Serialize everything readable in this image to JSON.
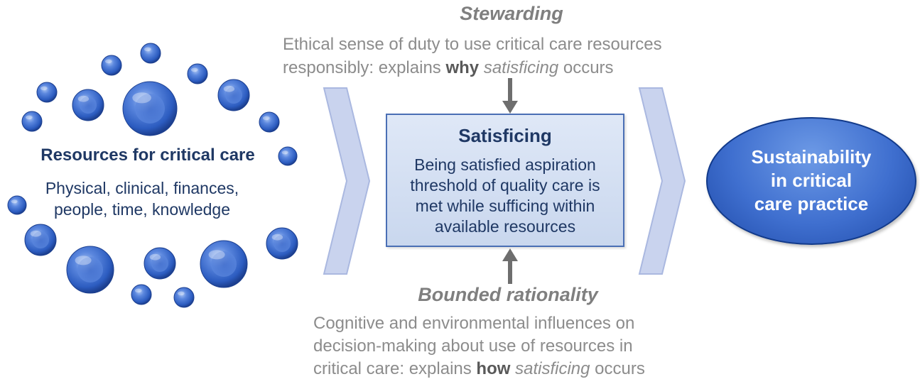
{
  "resources": {
    "title": "Resources for critical care",
    "items_line1": "Physical, clinical, finances,",
    "items_line2": "people, time, knowledge"
  },
  "stewarding": {
    "title": "Stewarding",
    "line1": "Ethical sense of duty to use critical care resources",
    "line2_prefix": "responsibly: explains ",
    "line2_bold": "why",
    "line2_italic": "satisficing",
    "line2_suffix": " occurs"
  },
  "satisficing": {
    "title": "Satisficing",
    "line1": "Being satisfied aspiration",
    "line2": "threshold of quality care is",
    "line3": "met while sufficing within",
    "line4": "available resources"
  },
  "bounded": {
    "title": "Bounded rationality",
    "line1": "Cognitive and environmental influences on",
    "line2": "decision-making about use of resources in",
    "line3_prefix": "critical care:  explains ",
    "line3_bold": "how",
    "line3_italic": "satisficing",
    "line3_suffix": " occurs"
  },
  "outcome": {
    "line1": "Sustainability",
    "line2": "in critical",
    "line3": "care practice"
  },
  "colors": {
    "title_navy": "#1f3864",
    "grey_text": "#8c8c8c",
    "chevron_fill": "#c9d3ee",
    "box_border": "#4a6fb5",
    "bubble_blue": "#3f6fcf",
    "arrow_grey": "#6e6e6e"
  }
}
